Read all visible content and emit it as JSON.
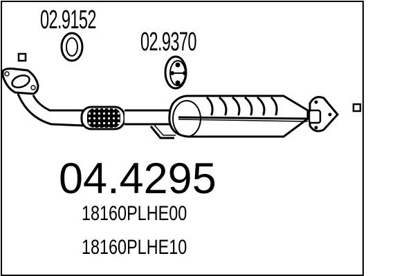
{
  "diagram": {
    "type": "exhaust-parts-drawing",
    "main_part_number": "04.4295",
    "oem_codes": [
      "18160PLHE00",
      "18160PLHE10"
    ],
    "accessories": [
      {
        "part_number": "02.9152",
        "icon": "gasket-ring-icon"
      },
      {
        "part_number": "02.9370",
        "icon": "rubber-hanger-icon"
      }
    ],
    "components": [
      "front-flange",
      "flex-pipe",
      "catalytic-converter",
      "rear-flange",
      "oxygen-sensor-wire"
    ],
    "markers": [
      "left-connection-marker",
      "right-connection-marker"
    ],
    "colors": {
      "line": "#000000",
      "background": "#ffffff"
    }
  }
}
